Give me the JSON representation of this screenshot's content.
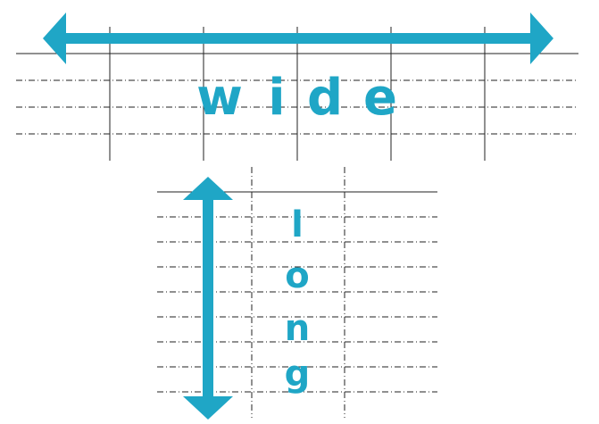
{
  "labels": {
    "wide": [
      "w",
      "i",
      "d",
      "e"
    ],
    "long": [
      "l",
      "o",
      "n",
      "g"
    ]
  },
  "colors": {
    "accent": "#1fa6c6",
    "grid": "#222222"
  }
}
